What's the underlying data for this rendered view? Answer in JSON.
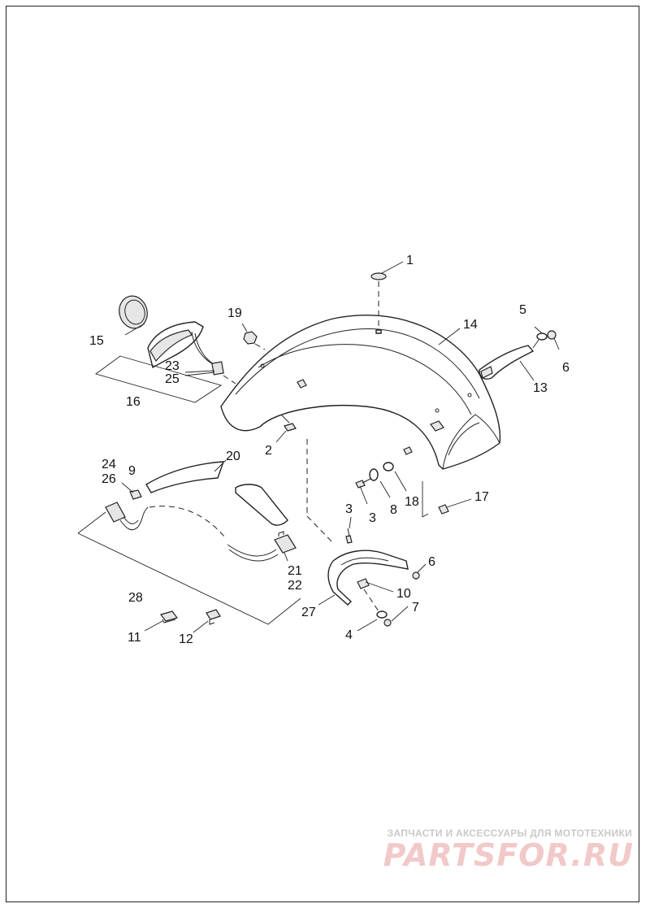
{
  "callouts": {
    "c1": "1",
    "c2": "2",
    "c3a": "3",
    "c3b": "3",
    "c4": "4",
    "c5": "5",
    "c6a": "6",
    "c6b": "6",
    "c7": "7",
    "c8": "8",
    "c9": "9",
    "c10": "10",
    "c11": "11",
    "c12": "12",
    "c13": "13",
    "c14": "14",
    "c15": "15",
    "c16": "16",
    "c17": "17",
    "c18": "18",
    "c19": "19",
    "c20": "20",
    "c21": "21",
    "c22": "22",
    "c23": "23",
    "c24": "24",
    "c25": "25",
    "c26": "26",
    "c27": "27",
    "c28": "28"
  },
  "watermark": {
    "tagline": "ЗАПЧАСТИ И АКСЕССУАРЫ ДЛЯ МОТОТЕХНИКИ",
    "logo": "PARTSFOR.RU"
  }
}
